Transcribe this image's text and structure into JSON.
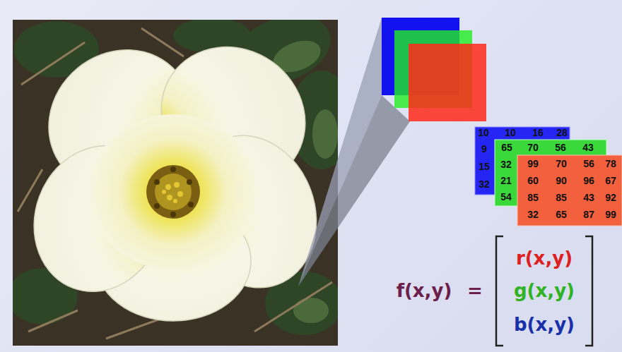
{
  "diagram": {
    "labels": [
      "10",
      "10",
      "16",
      "28",
      "9",
      "15",
      "32",
      "65",
      "70",
      "56",
      "43",
      "32",
      "21",
      "54",
      "99",
      "70",
      "56",
      "78",
      "60",
      "90",
      "96",
      "67",
      "85",
      "85",
      "43",
      "92",
      "32",
      "65",
      "87",
      "99",
      "f(x,y)",
      "=",
      "r(x,y)",
      "g(x,y)",
      "b(x,y)"
    ]
  }
}
